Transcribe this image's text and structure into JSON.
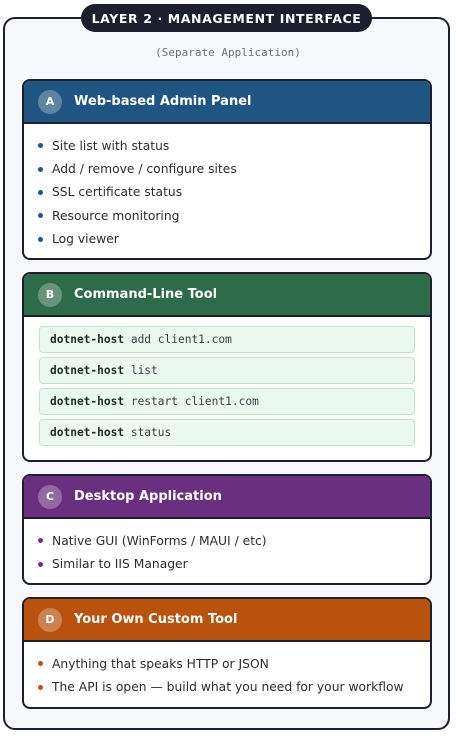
{
  "header": {
    "layer_title": "LAYER 2 · MANAGEMENT INTERFACE",
    "subtitle": "(Separate Application)"
  },
  "colors": {
    "frame": "#1c1f2e",
    "card_a": "#1f5580",
    "card_b": "#2e6b4a",
    "card_c": "#6b2f7f",
    "card_d": "#b9520d"
  },
  "cards": {
    "a": {
      "letter": "A",
      "title": "Web-based Admin Panel",
      "items": [
        "Site list with status",
        "Add / remove / configure sites",
        "SSL certificate status",
        "Resource monitoring",
        "Log viewer"
      ]
    },
    "b": {
      "letter": "B",
      "title": "Command-Line Tool",
      "commands": [
        {
          "cmd": "dotnet-host",
          "args": " add client1.com"
        },
        {
          "cmd": "dotnet-host",
          "args": " list"
        },
        {
          "cmd": "dotnet-host",
          "args": " restart client1.com"
        },
        {
          "cmd": "dotnet-host",
          "args": " status"
        }
      ]
    },
    "c": {
      "letter": "C",
      "title": "Desktop Application",
      "items": [
        "Native GUI (WinForms / MAUI / etc)",
        "Similar to IIS Manager"
      ]
    },
    "d": {
      "letter": "D",
      "title": "Your Own Custom Tool",
      "items": [
        "Anything that speaks HTTP or JSON",
        "The API is open — build what you need for your workflow"
      ]
    }
  }
}
